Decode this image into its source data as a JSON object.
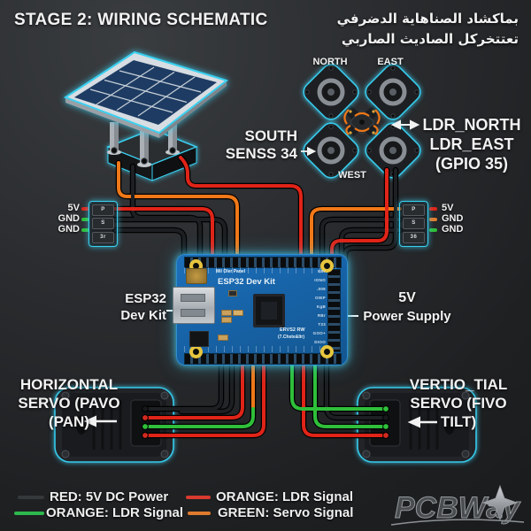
{
  "header": {
    "title": "STAGE 2: WIRING SCHEMATIC",
    "ar1": "بماكشاد الصناهاية الدضرفي",
    "ar2": "تعتتخركل الصاديث الصاربي"
  },
  "sensor": {
    "north": "NORTH",
    "east": "EAST",
    "west": "WEST",
    "south_line1": "SOUTH",
    "south_line2": "SENSS 34",
    "ldr_line1": "LDR_NORTH",
    "ldr_line2": "LDR_EAST",
    "ldr_line3": "(GPIO 35)"
  },
  "esp32_label": {
    "line1": "ESP32",
    "line2": "Dev Kit"
  },
  "power_label": {
    "line1": "5V",
    "line2": "Power Supply"
  },
  "servo_left": {
    "line1": "HORIZONTAL",
    "line2": "SERVO (PAVO",
    "line3": "(PAN)"
  },
  "servo_right": {
    "line1": "VERTIO_TIAL",
    "line2": "SERVO (FIVO",
    "line3": "TILT)"
  },
  "connectors": {
    "left": {
      "pins": [
        {
          "pin": "P",
          "label": "5V"
        },
        {
          "pin": "S",
          "label": "GND"
        },
        {
          "pin": "3r",
          "label": "GND"
        }
      ]
    },
    "right": {
      "pins": [
        {
          "pin": "P",
          "label": "5V"
        },
        {
          "pin": "S",
          "label": "GND"
        },
        {
          "pin": "36",
          "label": "GND"
        }
      ]
    }
  },
  "board": {
    "silk1": "Mil Oler Panel",
    "silk2": "ESP32 Dev Kit",
    "silk3": "ERVS2 RW",
    "silk4": "(7.Chste&Itr)",
    "rpins": [
      "EBr",
      "IONO",
      ".009",
      "OIEP",
      "KgB",
      "RBr",
      "T33",
      "GOO+",
      "DIOO"
    ]
  },
  "legend": [
    {
      "swatch": "#35383b",
      "text": "RED: 5V DC Power"
    },
    {
      "swatch": "#2db84d",
      "text": "ORANGE: LDR Signal"
    },
    {
      "swatch": "#d93a2f",
      "text": "ORANGE: LDR Signal"
    },
    {
      "swatch": "#e07b2e",
      "text": "GREEN: Servo Signal"
    }
  ],
  "watermark": "PCBWay",
  "colors": {
    "accent_cyan": "#3ad0f0",
    "wire_red": "#e02418",
    "wire_orange": "#f07818",
    "wire_green": "#2fbf3a",
    "wire_black": "#1b1d20",
    "board_blue": "#1763a8"
  }
}
